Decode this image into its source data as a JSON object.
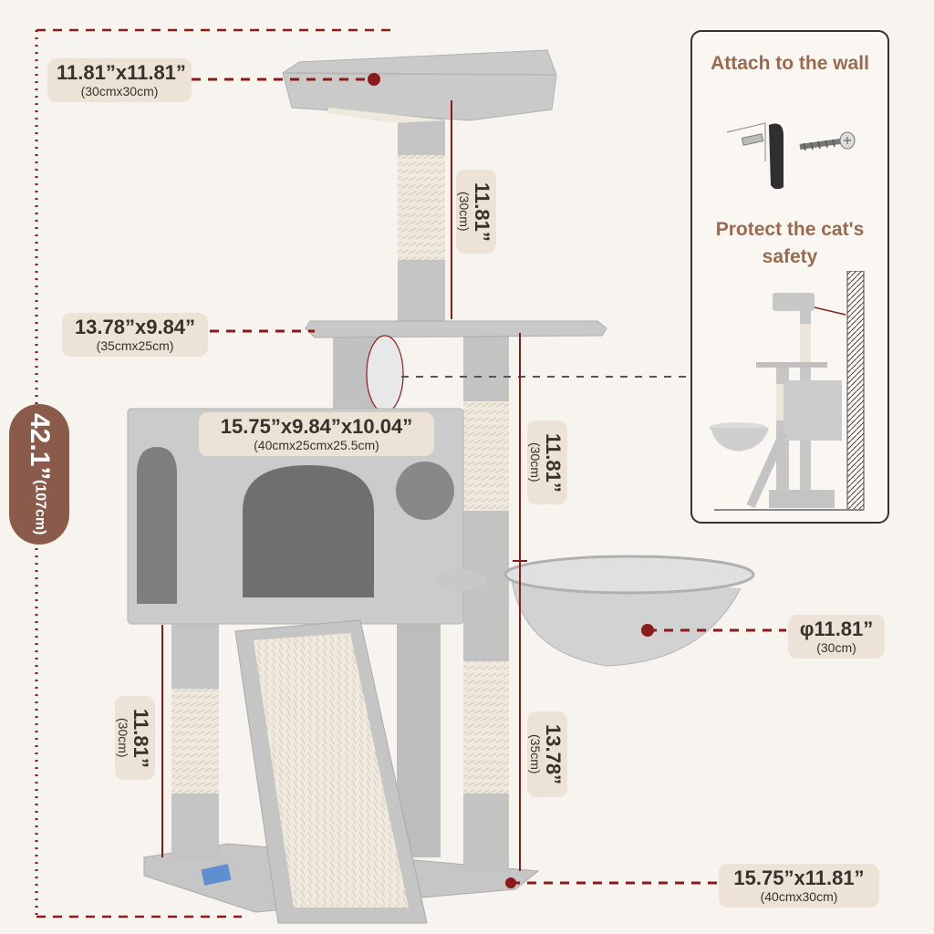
{
  "labels": {
    "top_perch": {
      "main": "11.81”x11.81”",
      "sub": "(30cmx30cm)"
    },
    "upper_post": {
      "main": "11.81”",
      "sub": "(30cm)"
    },
    "platform": {
      "main": "13.78”x9.84”",
      "sub": "(35cmx25cm)"
    },
    "condo": {
      "main": "15.75”x9.84”x10.04”",
      "sub": "(40cmx25cmx25.5cm)"
    },
    "middle_post": {
      "main": "11.81”",
      "sub": "(30cm)"
    },
    "basket": {
      "main": "φ11.81”",
      "sub": "(30cm)"
    },
    "lower_left_post": {
      "main": "11.81”",
      "sub": "(30cm)"
    },
    "lower_right_post": {
      "main": "13.78”",
      "sub": "(35cm)"
    },
    "base": {
      "main": "15.75”x11.81”",
      "sub": "(40cmx30cm)"
    },
    "total_height": {
      "main": "42.1”",
      "sub": "(107cm)"
    }
  },
  "inset": {
    "wall_title": "Attach to the wall",
    "safety_title_line1": "Protect the cat's",
    "safety_title_line2": "safety"
  },
  "colors": {
    "background": "#f7f3ee",
    "label_bg": "#ece3d6",
    "dimension_line": "#8b1a1a",
    "height_pill": "#8a5b4b",
    "plush": "#c9c9c9",
    "sisal": "#eee8dc",
    "inset_title": "#9a6a50"
  }
}
